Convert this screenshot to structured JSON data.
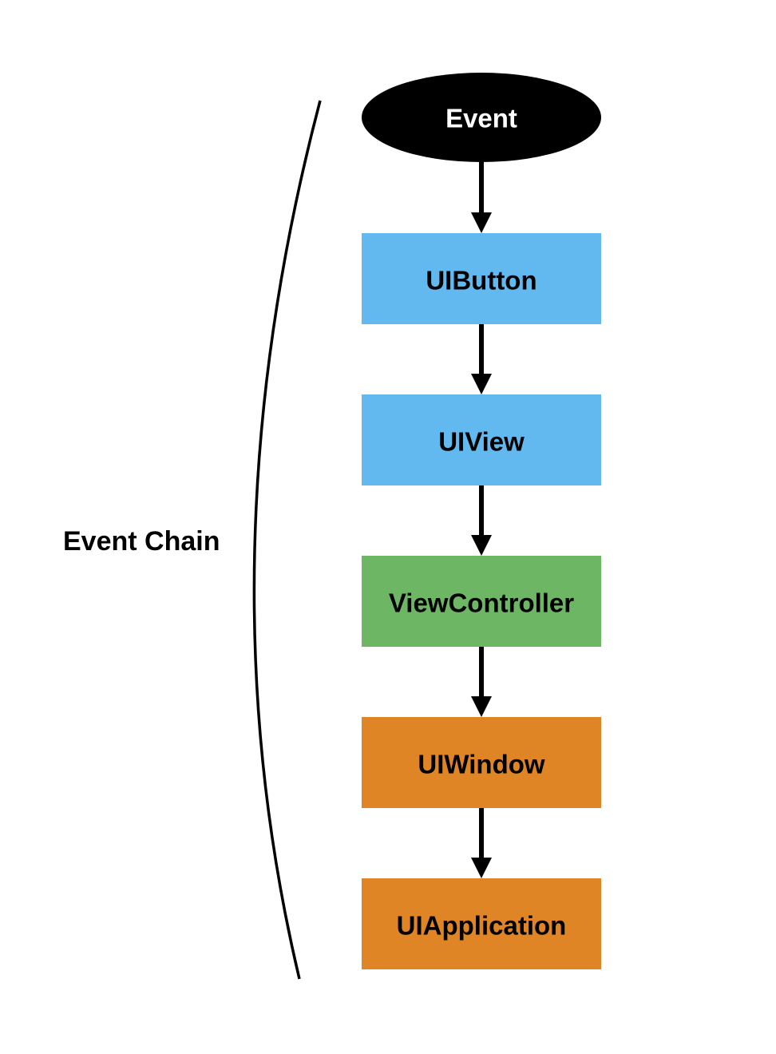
{
  "diagram": {
    "side_label": "Event Chain",
    "start": {
      "label": "Event",
      "fill": "#000000",
      "text_color": "#ffffff"
    },
    "nodes": [
      {
        "label": "UIButton",
        "fill": "#62b9ef",
        "text_color": "#000000"
      },
      {
        "label": "UIView",
        "fill": "#62b9ef",
        "text_color": "#000000"
      },
      {
        "label": "ViewController",
        "fill": "#6db764",
        "text_color": "#000000"
      },
      {
        "label": "UIWindow",
        "fill": "#e08525",
        "text_color": "#000000"
      },
      {
        "label": "UIApplication",
        "fill": "#e08525",
        "text_color": "#000000"
      }
    ],
    "arrow_color": "#000000",
    "bracket_color": "#000000"
  }
}
